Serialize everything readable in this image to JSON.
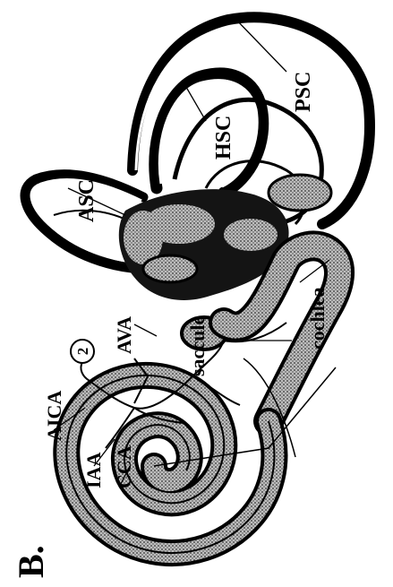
{
  "figure": {
    "panel_letter": "B.",
    "badge_number": "2"
  },
  "labels": {
    "asc": "ASC",
    "hsc": "HSC",
    "psc": "PSC",
    "cochlea": "cochlea",
    "saccule": "saccule",
    "ava": "AVA",
    "aica": "AICA",
    "iaa": "IAA",
    "cca": "CCA"
  },
  "colors": {
    "ink": "#000000",
    "dark_fill": "#1a1a1a",
    "stipple": "#555555",
    "paper": "#ffffff"
  }
}
